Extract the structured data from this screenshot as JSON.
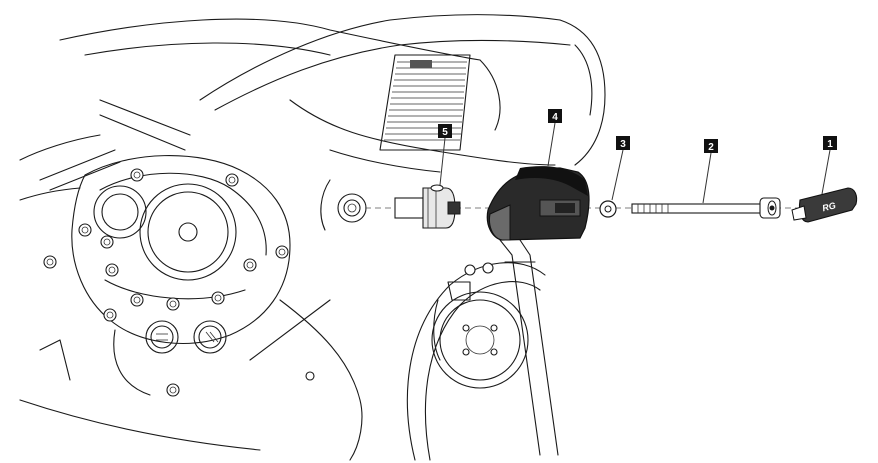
{
  "callouts": [
    {
      "id": "part-1",
      "label": "1"
    },
    {
      "id": "part-2",
      "label": "2"
    },
    {
      "id": "part-3",
      "label": "3"
    },
    {
      "id": "part-4",
      "label": "4"
    },
    {
      "id": "part-5",
      "label": "5"
    }
  ],
  "end_cap_logo_text": "RG"
}
